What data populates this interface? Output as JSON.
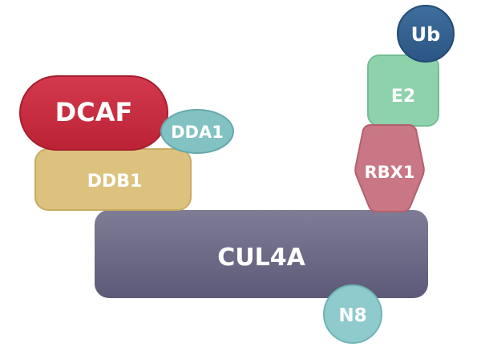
{
  "diagram": {
    "components": {
      "cul4a": {
        "label": "CUL4A",
        "color_top": "#7f7c96",
        "color_bottom": "#5c5a78"
      },
      "ddb1": {
        "label": "DDB1",
        "color": "#dcc27e",
        "stroke": "#c7ab62"
      },
      "dcaf": {
        "label": "DCAF",
        "color_top": "#d4394e",
        "color_bottom": "#bb2335",
        "stroke": "#a51d2e"
      },
      "dda1": {
        "label": "DDA1",
        "color": "#82c2c3",
        "stroke": "#66a9ab"
      },
      "rbx1": {
        "label": "RBX1",
        "color": "#c97784",
        "stroke": "#b3606e"
      },
      "e2": {
        "label": "E2",
        "color": "#8ed2ab",
        "stroke": "#74bd94"
      },
      "ub": {
        "label": "Ub",
        "color_top": "#3f6e9d",
        "color_bottom": "#2b5584",
        "stroke": "#244a75"
      },
      "n8": {
        "label": "N8",
        "color": "#8fcbcc",
        "stroke": "#6fb5b6"
      }
    }
  }
}
